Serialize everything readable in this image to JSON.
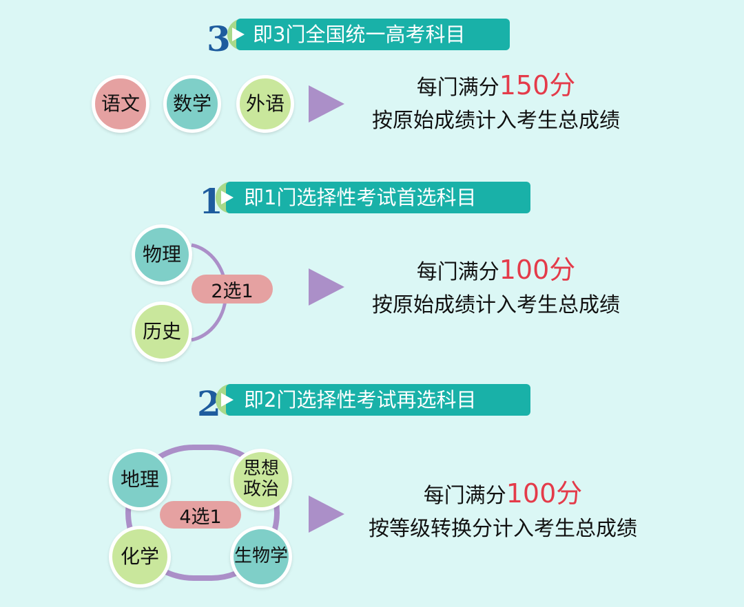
{
  "section1": {
    "number": "3",
    "title": "即3门全国统一高考科目",
    "subjects": [
      "语文",
      "数学",
      "外语"
    ],
    "info_prefix": "每门满分",
    "info_score": "150分",
    "info_line2": "按原始成绩计入考生总成绩"
  },
  "section2": {
    "number": "1",
    "title": "即1门选择性考试首选科目",
    "subjects": [
      "物理",
      "历史"
    ],
    "choice": "2选1",
    "info_prefix": "每门满分",
    "info_score": "100分",
    "info_line2": "按原始成绩计入考生总成绩"
  },
  "section3": {
    "number": "2",
    "title": "即2门选择性考试再选科目",
    "subjects": [
      "地理",
      "思想\n政治",
      "化学",
      "生物学"
    ],
    "choice": "4选1",
    "info_prefix": "每门满分",
    "info_score": "100分",
    "info_line2": "按等级转换分计入考生总成绩"
  },
  "colors": {
    "background": "#dbf7f5",
    "banner": "#19b1a8",
    "number": "#1e5c9e",
    "pink": "#e5a1a1",
    "teal": "#7fcfc8",
    "green": "#c9e79c",
    "purple": "#ab8fc8",
    "highlight": "#e43b4a"
  },
  "icons": [
    "chevron-right-icon",
    "arrow-right-icon"
  ]
}
